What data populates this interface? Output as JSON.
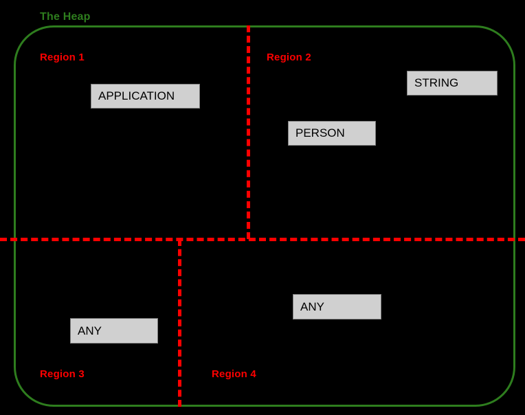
{
  "diagram": {
    "title": "The Heap",
    "title_color": "#2e7d1e",
    "background_color": "#000000",
    "boundary_color": "#2e7d1e",
    "divider_color": "#fe0000",
    "object_box_fill": "#d0d0d0",
    "object_box_border": "#7f7f7f",
    "object_label_color": "#000000"
  },
  "regions": [
    {
      "id": "region-1",
      "label": "Region 1"
    },
    {
      "id": "region-2",
      "label": "Region 2"
    },
    {
      "id": "region-3",
      "label": "Region 3"
    },
    {
      "id": "region-4",
      "label": "Region 4"
    }
  ],
  "objects": [
    {
      "id": "application",
      "label": "APPLICATION",
      "region": "Region 1"
    },
    {
      "id": "string",
      "label": "STRING",
      "region": "Region 2"
    },
    {
      "id": "person",
      "label": "PERSON",
      "region": "Region 2"
    },
    {
      "id": "any-region-3",
      "label": "ANY",
      "region": "Region 3"
    },
    {
      "id": "any-region-4",
      "label": "ANY",
      "region": "Region 4"
    }
  ]
}
